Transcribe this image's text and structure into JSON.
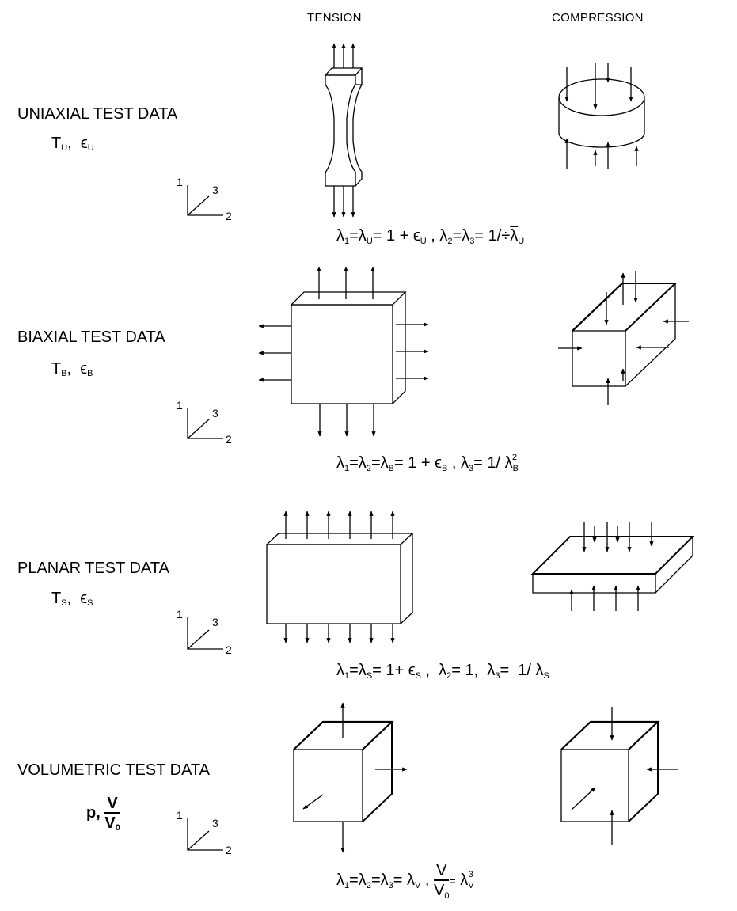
{
  "columns": {
    "tension": "TENSION",
    "compression": "COMPRESSION"
  },
  "rows": [
    {
      "title": "UNIAXIAL TEST DATA",
      "var_T": "T",
      "var_T_sub": "U",
      "var_E": "ϵ",
      "var_E_sub": "U",
      "axis": {
        "a1": "1",
        "a3": "3",
        "a2": "2"
      },
      "formula": "λ1=λU= 1 + ϵU , λ2=λ3= 1/÷λU"
    },
    {
      "title": "BIAXIAL TEST DATA",
      "var_T": "T",
      "var_T_sub": "B",
      "var_E": "ϵ",
      "var_E_sub": "B",
      "axis": {
        "a1": "1",
        "a3": "3",
        "a2": "2"
      },
      "formula": "λ1=λ2=λB= 1 + ϵB , λ3= 1/ λB2"
    },
    {
      "title": "PLANAR TEST DATA",
      "var_T": "T",
      "var_T_sub": "S",
      "var_E": "ϵ",
      "var_E_sub": "S",
      "axis": {
        "a1": "1",
        "a3": "3",
        "a2": "2"
      },
      "formula": "λ1=λS= 1+ ϵS , λ2= 1, λ3= 1/ λS"
    },
    {
      "title": "VOLUMETRIC TEST DATA",
      "var_p": "p,",
      "var_V": "V",
      "var_V0": "V",
      "var_V0_sub": "0",
      "axis": {
        "a1": "1",
        "a3": "3",
        "a2": "2"
      },
      "formula": "λ1=λ2=λ3= λV , V/V0 = λV3"
    }
  ]
}
